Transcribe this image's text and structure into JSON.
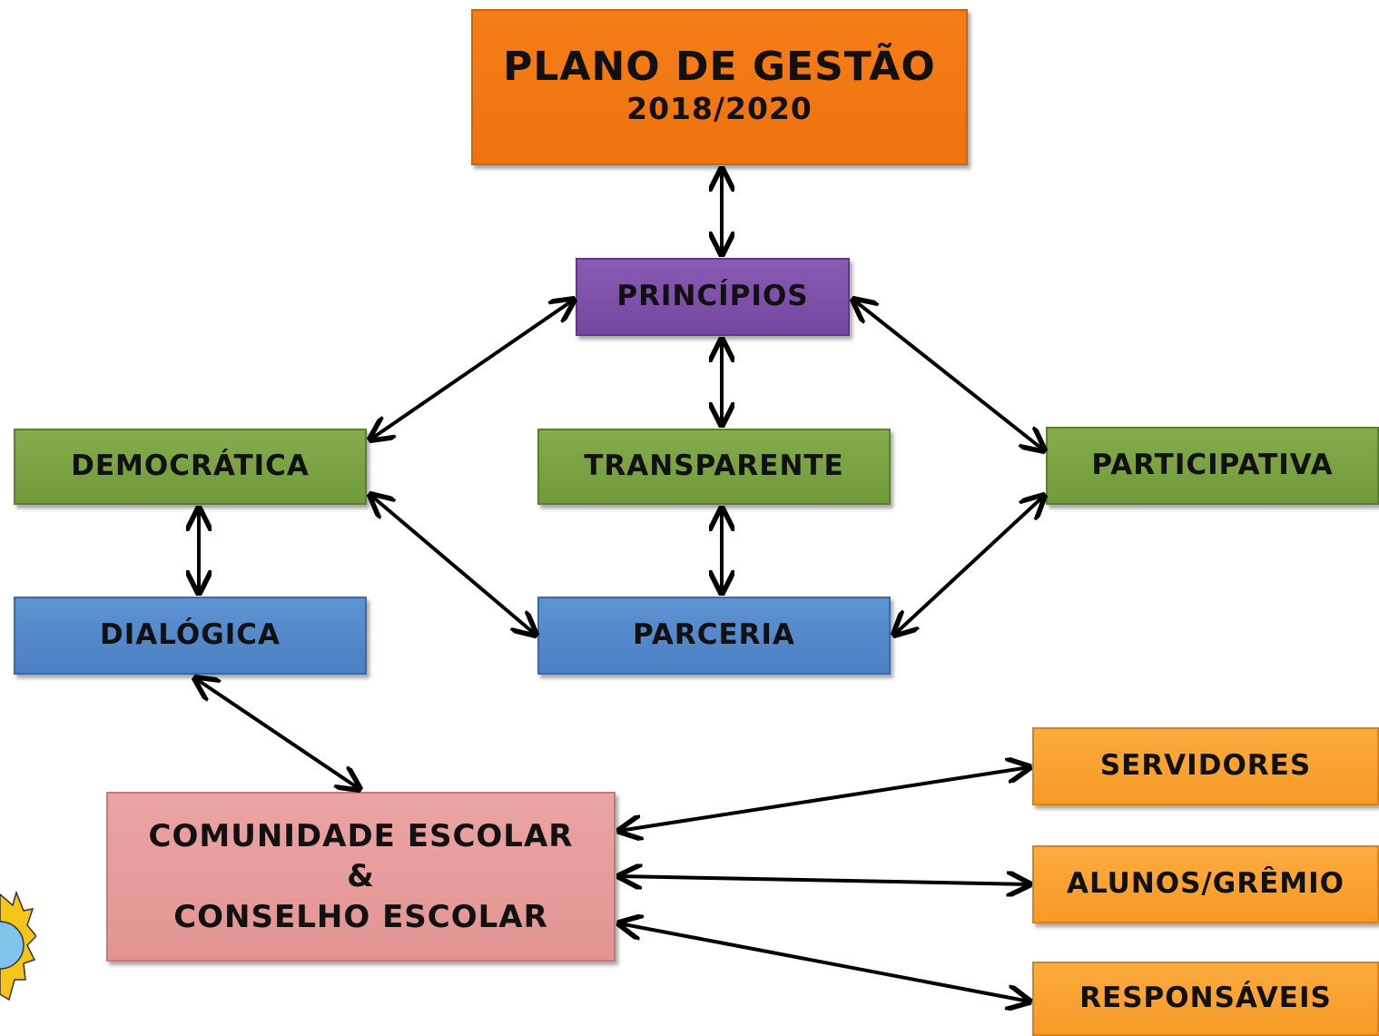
{
  "nodes": {
    "plano": {
      "title": "PLANO DE GESTÃO",
      "subtitle": "2018/2020"
    },
    "principios": {
      "label": "PRINCÍPIOS"
    },
    "democratica": {
      "label": "DEMOCRÁTICA"
    },
    "transparente": {
      "label": "TRANSPARENTE"
    },
    "participativa": {
      "label": "PARTICIPATIVA"
    },
    "dialogica": {
      "label": "DIALÓGICA"
    },
    "parceria": {
      "label": "PARCERIA"
    },
    "comunidade": {
      "line1": "COMUNIDADE ESCOLAR",
      "line2": "&",
      "line3": "CONSELHO ESCOLAR"
    },
    "servidores": {
      "label": "SERVIDORES"
    },
    "alunos": {
      "label": "ALUNOS/GRÊMIO"
    },
    "responsaveis": {
      "label": "RESPONSÁVEIS"
    }
  },
  "colors": {
    "top_orange": "#f27812",
    "purple": "#7e50aa",
    "green": "#7aa344",
    "blue": "#5388ca",
    "pink": "#e69c9a",
    "amber": "#f9a230",
    "arrow": "#000000"
  },
  "logo_icon": "gear-sun-logo-icon"
}
